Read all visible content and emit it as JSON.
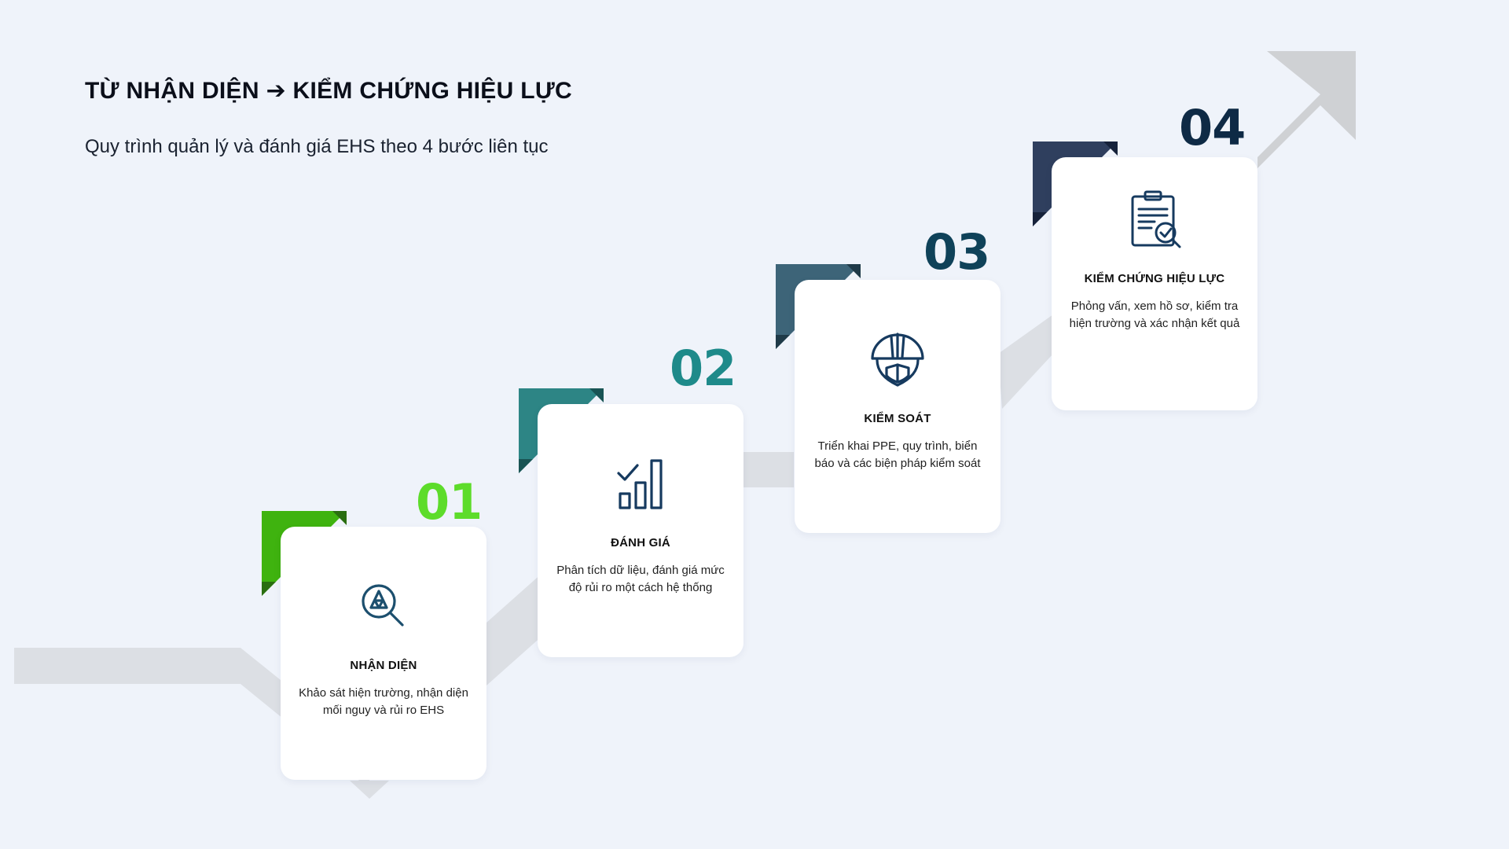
{
  "header": {
    "title": "TỪ NHẬN DIỆN ➔ KIỂM CHỨNG HIỆU LỰC",
    "subtitle": "Quy trình quản lý và đánh giá EHS theo 4 bước liên tục"
  },
  "steps": [
    {
      "number": "01",
      "title": "NHẬN DIỆN",
      "description": "Khảo sát hiện trường, nhận diện mối nguy và rủi ro EHS",
      "icon": "hazard-search-icon",
      "color": "#3fb30f",
      "number_color": "#5ddc2a"
    },
    {
      "number": "02",
      "title": "ĐÁNH GIÁ",
      "description": "Phân tích dữ liệu, đánh giá mức độ rủi ro một cách hệ thống",
      "icon": "bar-chart-check-icon",
      "color": "#2d8585",
      "number_color": "#1e8a8a"
    },
    {
      "number": "03",
      "title": "KIỂM SOÁT",
      "description": "Triển khai PPE, quy trình, biển báo và các biện pháp kiểm soát",
      "icon": "safety-helmet-icon",
      "color": "#3d6478",
      "number_color": "#0f4259"
    },
    {
      "number": "04",
      "title": "KIỂM CHỨNG HIỆU LỰC",
      "description": "Phỏng vấn, xem hồ sơ, kiểm tra hiện trường và xác nhận kết quả",
      "icon": "clipboard-check-icon",
      "color": "#2f3f5e",
      "number_color": "#0e2a45"
    }
  ]
}
